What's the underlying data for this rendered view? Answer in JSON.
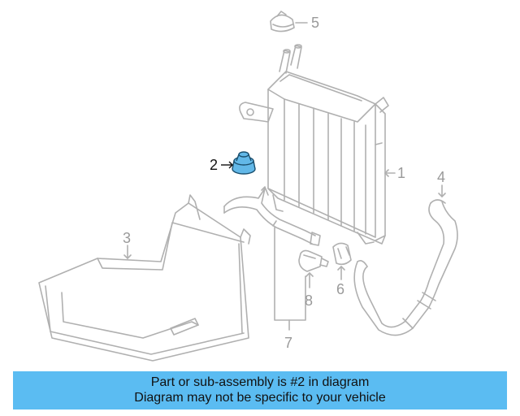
{
  "diagram": {
    "callouts": [
      "1",
      "2",
      "3",
      "4",
      "5",
      "6",
      "7",
      "8"
    ],
    "highlighted_part": "2",
    "colors": {
      "line": "#b0b0b0",
      "highlight_fill": "#62b8e8",
      "highlight_stroke": "#1a4f6e",
      "callout_text": "#9a9a9a"
    }
  },
  "banner": {
    "line1": "Part or sub-assembly is #2 in diagram",
    "line2": "Diagram may not be specific to your vehicle",
    "color": "#5bbcf2"
  }
}
